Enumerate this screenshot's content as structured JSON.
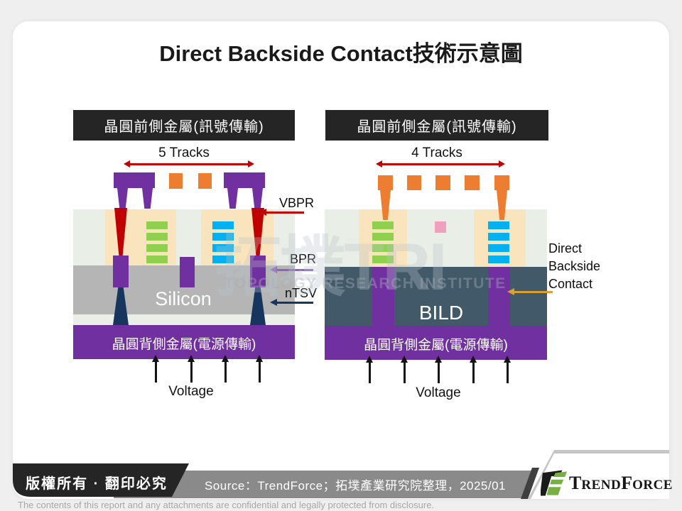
{
  "palette": {
    "page-bg": "#efefef",
    "card-bg": "#ffffff",
    "ink": "#1a1a1a",
    "header-bar": "#252525",
    "purple": "#7030a0",
    "orange": "#ed7d31",
    "red": "#c00000",
    "navy": "#17365d",
    "slate": "#42596a",
    "silicon-gray": "#b5b5b5",
    "light-band": "#e9eee6",
    "beige": "#f9e4bd",
    "green-bar": "#8fd14f",
    "blue-bar": "#00b0f0",
    "pink": "#efa0bd",
    "dbc-arrow": "#dd9f2e",
    "footer-gray": "#8a8a8a",
    "logo-green": "#76b043",
    "disclaimer-gray": "#a6a6a6"
  },
  "title": "Direct Backside Contact技術示意圖",
  "left_diagram": {
    "front_metal": "晶圓前側金屬(訊號傳輸)",
    "tracks": "5 Tracks",
    "silicon": "Silicon",
    "back_metal": "晶圓背側金屬(電源傳輸)",
    "voltage": "Voltage",
    "labels": {
      "vbpr": "VBPR",
      "bpr": "BPR",
      "ntsv": "nTSV"
    }
  },
  "right_diagram": {
    "front_metal": "晶圓前側金屬(訊號傳輸)",
    "tracks": "4 Tracks",
    "bild": "BILD",
    "back_metal": "晶圓背側金屬(電源傳輸)",
    "voltage": "Voltage",
    "labels": {
      "dbc_line1": "Direct",
      "dbc_line2": "Backside",
      "dbc_line3": "Contact"
    }
  },
  "watermark": {
    "brand": "拓墣TRI",
    "subtitle": "TOPOLOGY RESEARCH INSTITUTE"
  },
  "footer": {
    "copyright": "版權所有 · 翻印必究",
    "source": "Source：TrendForce；拓墣產業研究院整理，2025/01",
    "brand_t": "T",
    "brand_rend": "REND",
    "brand_f": "F",
    "brand_orce": "ORCE"
  },
  "disclaimer": "The contents of this report and any attachments are confidential and legally protected from disclosure."
}
